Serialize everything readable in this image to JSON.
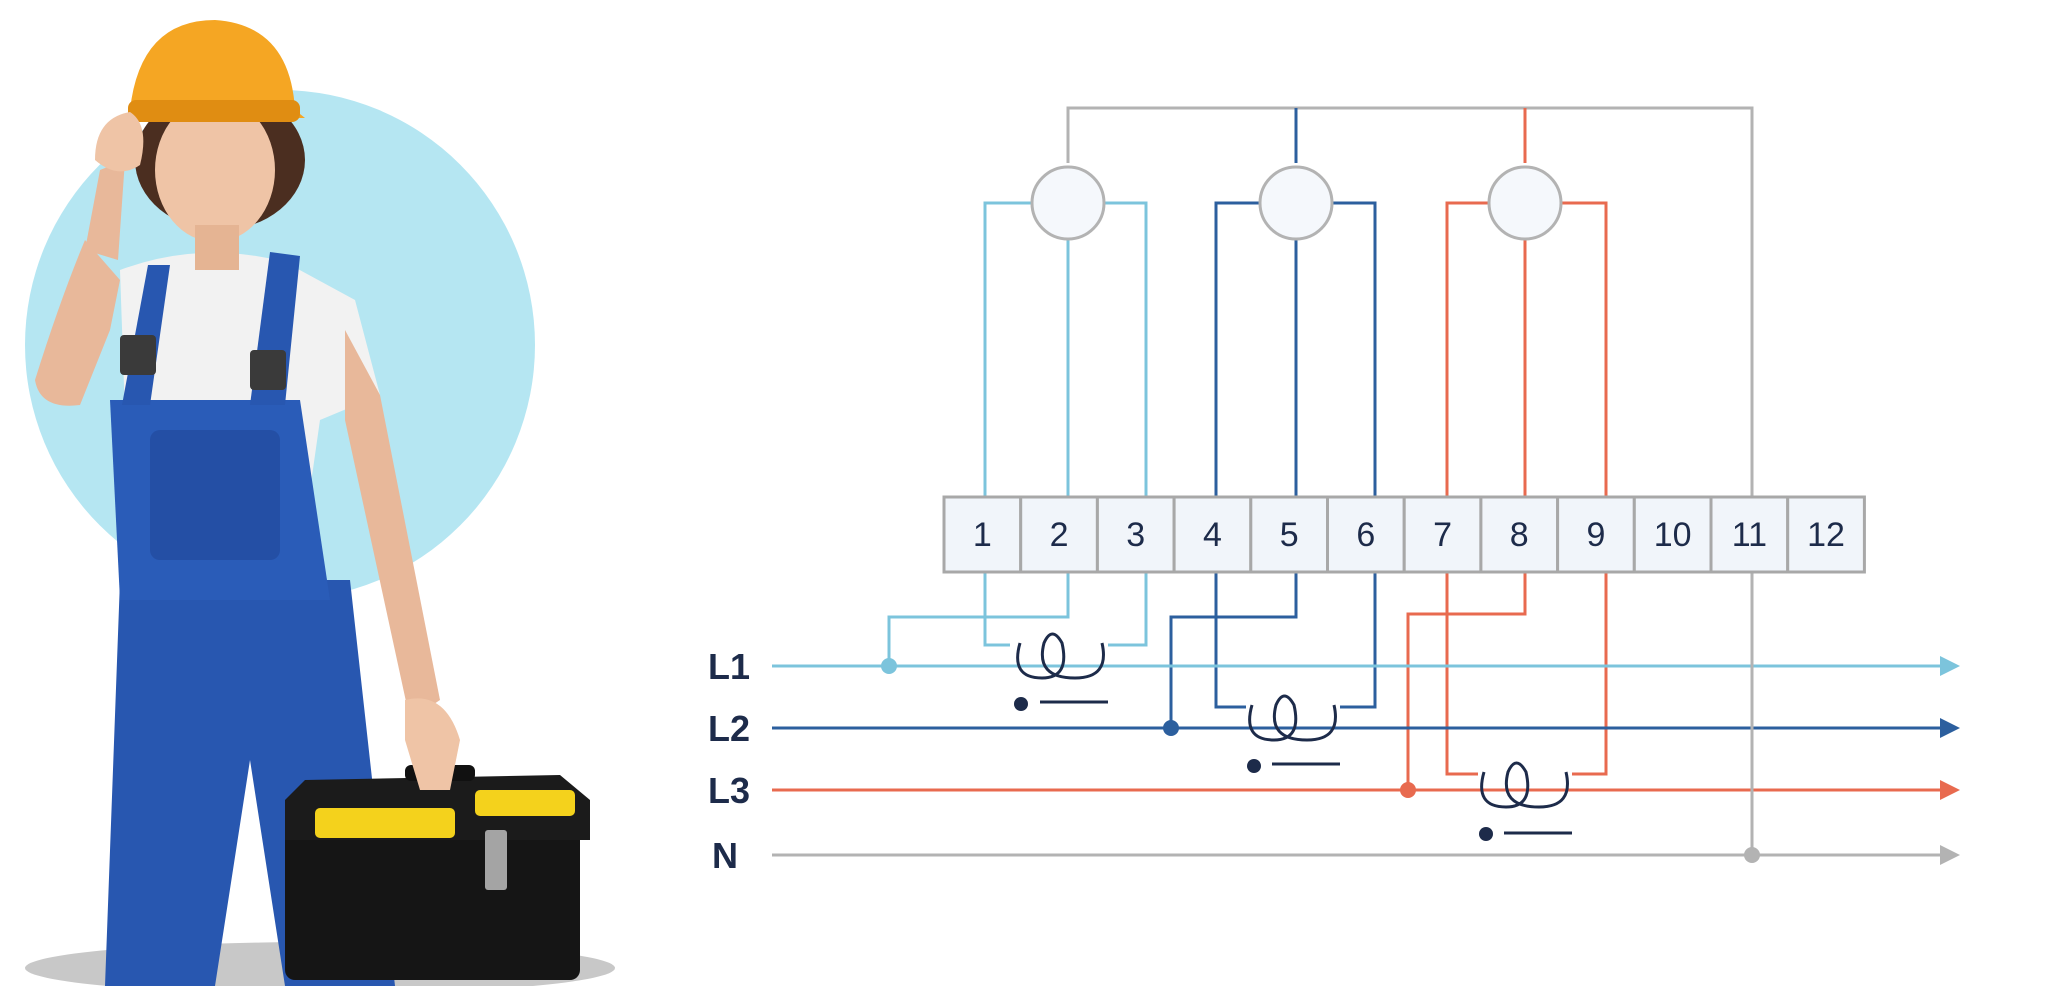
{
  "illustration": {
    "subject": "worker-in-overalls-with-hardhat-and-toolbox"
  },
  "diagram": {
    "terminals": [
      "1",
      "2",
      "3",
      "4",
      "5",
      "6",
      "7",
      "8",
      "9",
      "10",
      "11",
      "12"
    ],
    "phases": [
      {
        "label": "L1",
        "color": "#7cc4dc"
      },
      {
        "label": "L2",
        "color": "#2c5f9e"
      },
      {
        "label": "L3",
        "color": "#e86a4f"
      },
      {
        "label": "N",
        "color": "#b3b3b3"
      }
    ],
    "colors": {
      "terminal_fill": "#f1f5fa",
      "terminal_stroke": "#a8a8a8",
      "text": "#1d2b4a",
      "circle_fill": "#f5f8fc",
      "accent_circle": "#b5e6f2"
    }
  }
}
